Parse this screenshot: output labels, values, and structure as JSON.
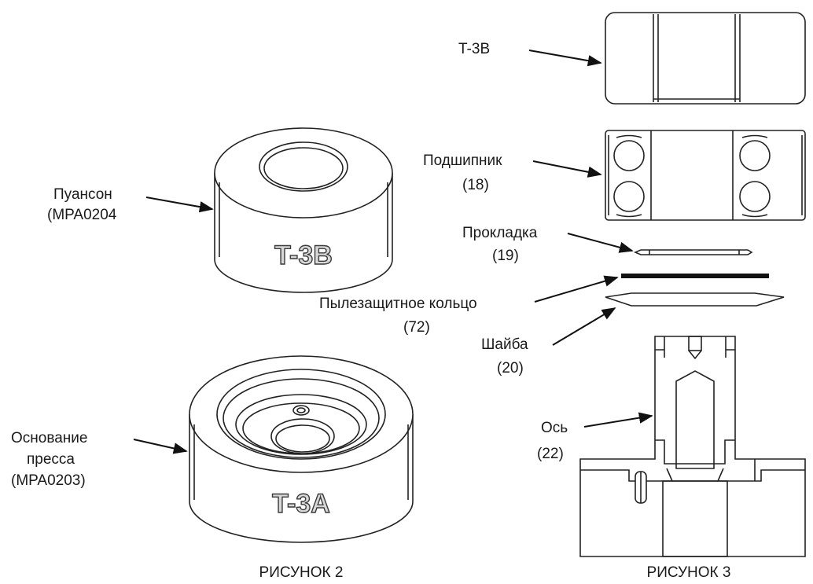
{
  "figure2": {
    "caption": "РИСУНОК 2",
    "punch": {
      "label_line1": "Пуансон",
      "label_line2": "(MPA0204",
      "marking": "T-3B"
    },
    "press_base": {
      "label_line1": "Основание",
      "label_line2": "пресса",
      "label_line3": "(MPA0203)",
      "marking": "T-3A"
    }
  },
  "figure3": {
    "caption": "РИСУНОК 3",
    "labels": {
      "t3b": "T-3B",
      "bearing_line1": "Подшипник",
      "bearing_line2": "(18)",
      "gasket_line1": "Прокладка",
      "gasket_line2": "(19)",
      "dust_ring_line1": "Пылезащитное кольцо",
      "dust_ring_line2": "(72)",
      "washer_line1": "Шайба",
      "washer_line2": "(20)",
      "axle_line1": "Ось",
      "axle_line2": "(22)"
    }
  }
}
